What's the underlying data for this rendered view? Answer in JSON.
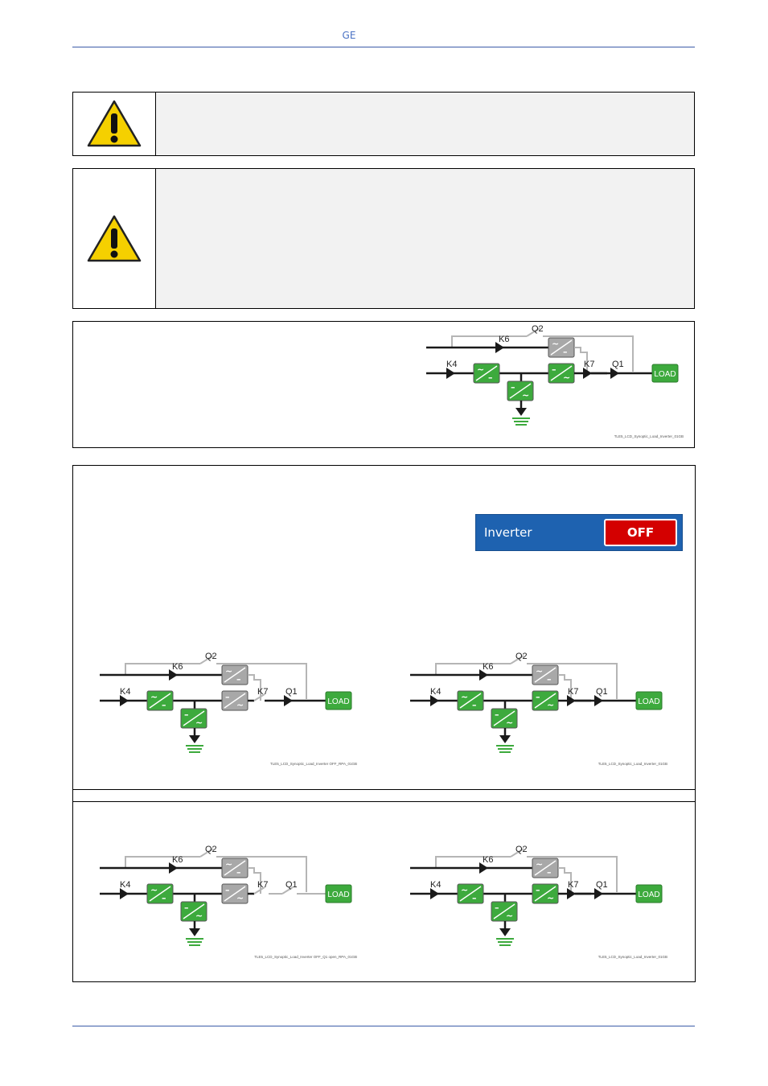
{
  "header": {
    "brand": "GE"
  },
  "inverter_control": {
    "label": "Inverter",
    "button_label": "OFF",
    "button_color": "#d40000",
    "panel_color": "#1e62b0"
  },
  "diagram_labels": {
    "q2": "Q2",
    "k6": "K6",
    "k4": "K4",
    "k7": "K7",
    "q1": "Q1",
    "load": "LOAD"
  },
  "diagrams": [
    {
      "caption": "TLE5_LCD_Synoptic_Load_Inverter_01GB"
    },
    {
      "caption": "TLE5_LCD_Synoptic_Load_Inverter OFF_RPA_01GB"
    },
    {
      "caption": "TLE5_LCD_Synoptic_Load_Inverter_01GB"
    },
    {
      "caption": "TLE5_LCD_Synoptic_Load_Inverter OFF_Q1 open_RPA_01GB"
    },
    {
      "caption": "TLE5_LCD_Synoptic_Load_Inverter_01GB"
    }
  ],
  "colors": {
    "green": "#3daa3d",
    "grey": "#a8a8a8",
    "line": "#1a1a1a",
    "bypass": "#b5b5b5"
  }
}
